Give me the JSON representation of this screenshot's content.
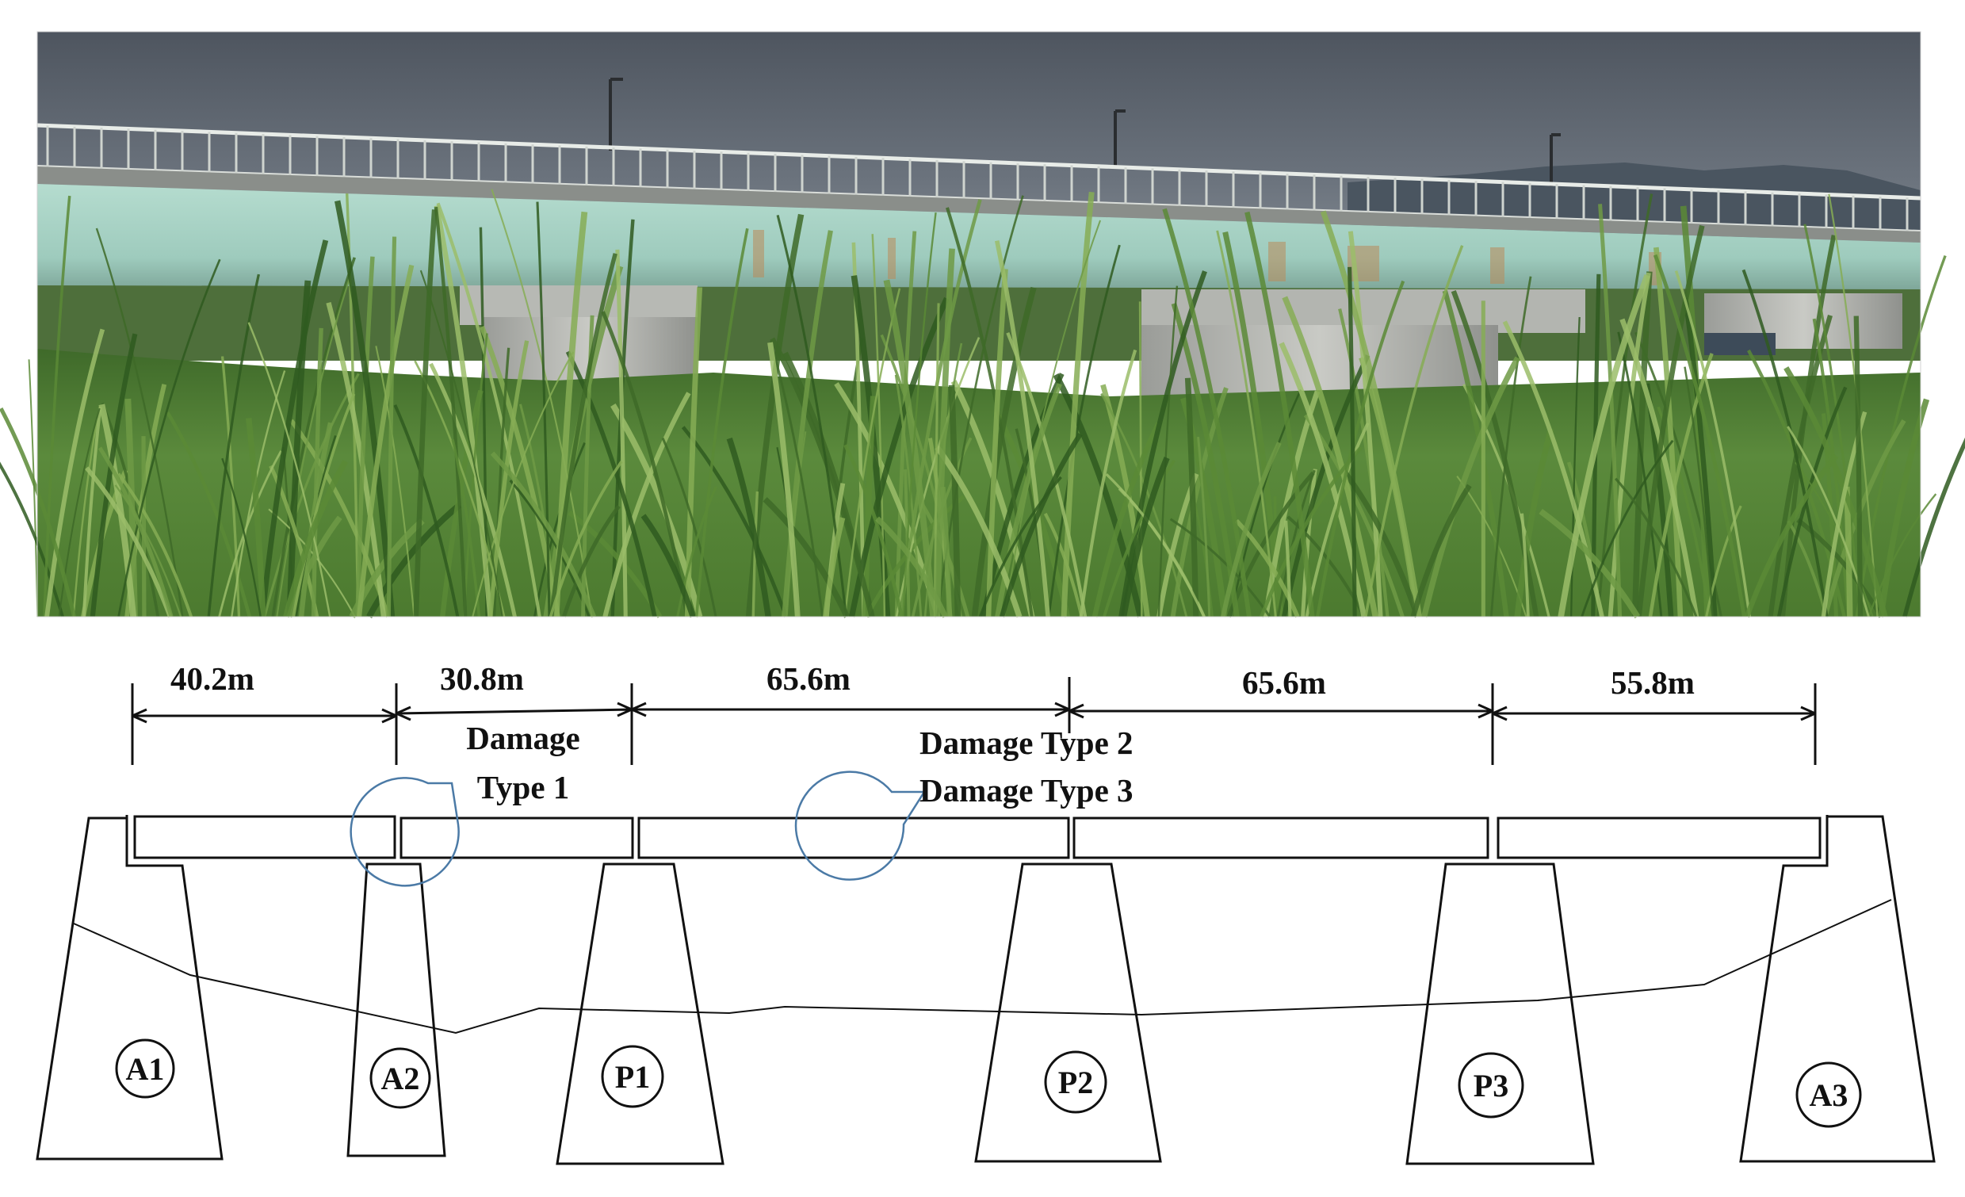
{
  "spans": [
    {
      "length": "40.2m"
    },
    {
      "length": "30.8m"
    },
    {
      "length": "65.6m"
    },
    {
      "length": "65.6m"
    },
    {
      "length": "55.8m"
    }
  ],
  "supports": [
    {
      "label": "A1"
    },
    {
      "label": "A2"
    },
    {
      "label": "P1"
    },
    {
      "label": "P2"
    },
    {
      "label": "P3"
    },
    {
      "label": "A3"
    }
  ],
  "callouts": {
    "damage1_line1": "Damage",
    "damage1_line2": "Type 1",
    "damage2": "Damage Type 2",
    "damage3": "Damage Type 3"
  },
  "colors": {
    "sky": "#5c6470",
    "girder": "#a6d4c8",
    "grass": "#4f7a35",
    "callout_circle": "#4b7aa6",
    "lines": "#111111"
  }
}
